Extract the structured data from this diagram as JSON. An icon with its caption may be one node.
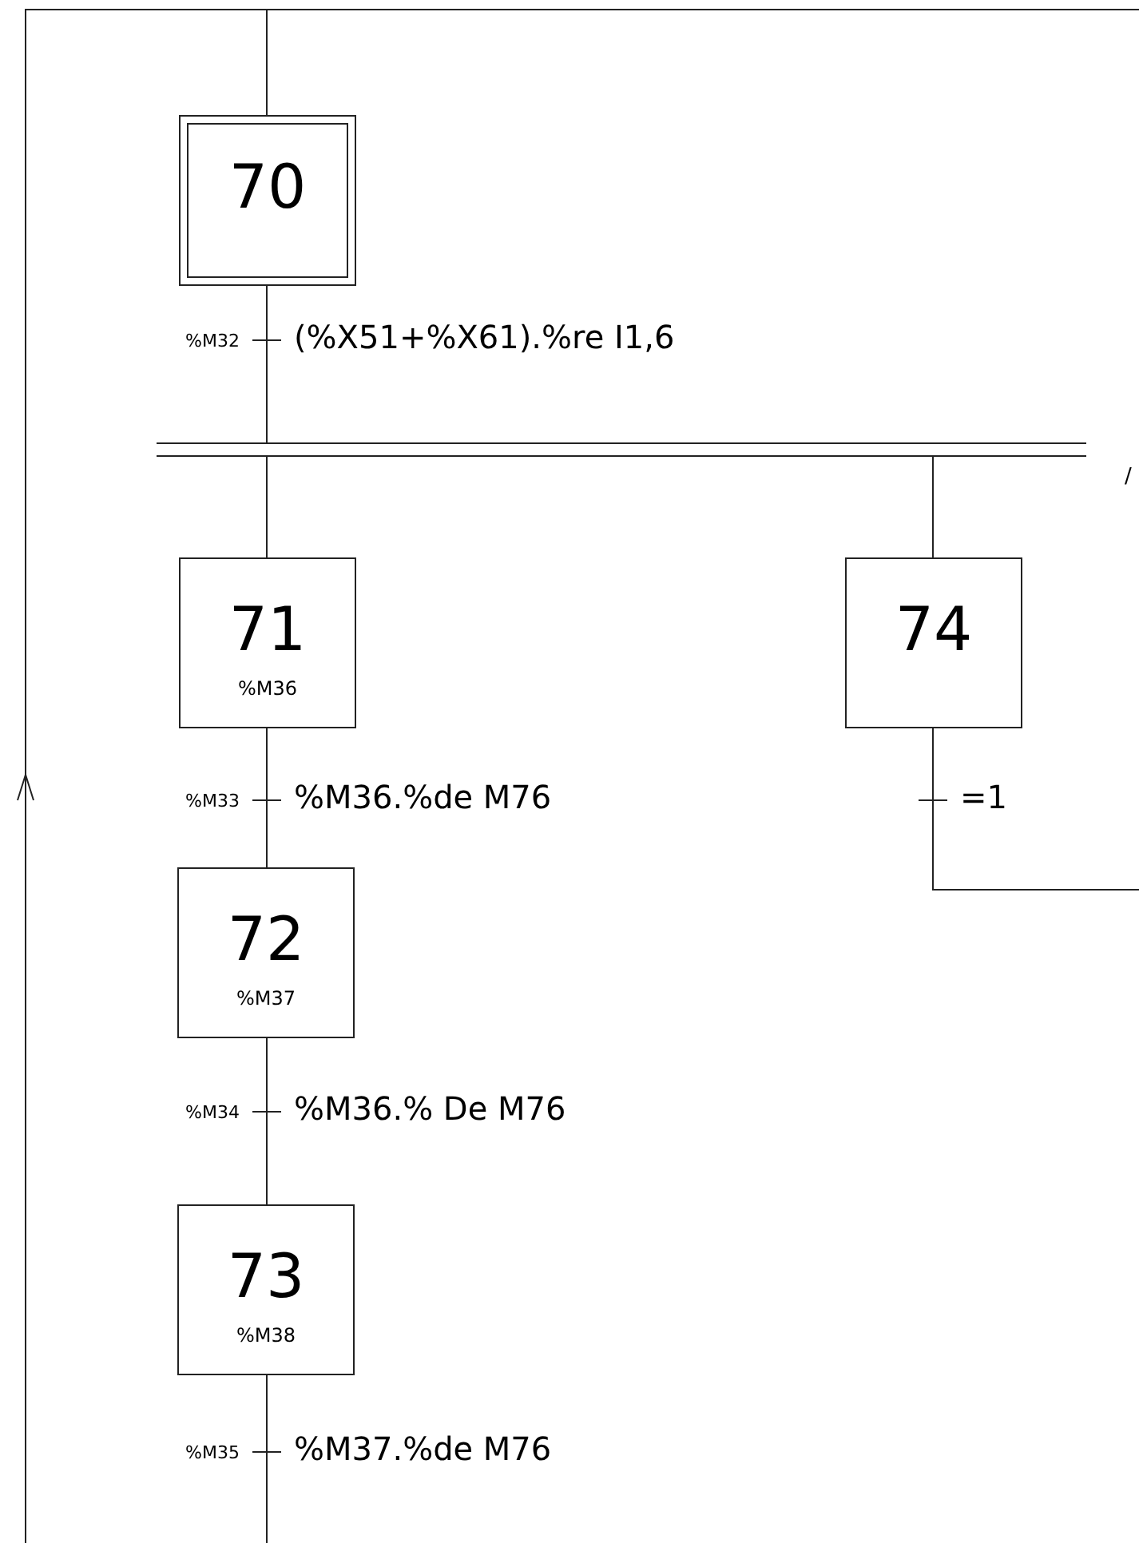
{
  "diagram": {
    "nodes": [
      {
        "text": [
          "70"
        ]
      },
      {
        "text": [
          "%M32",
          "(%X51+%X61).%re I1,6"
        ]
      },
      {
        "text": [],
        "shape": "bar"
      },
      {
        "text": [
          "71",
          "%M36"
        ]
      },
      {
        "text": [
          "%M33",
          "%M36.%de M76"
        ]
      },
      {
        "text": [
          "72",
          "%M37"
        ]
      },
      {
        "text": [
          "%M34",
          "%M36.% De M76"
        ]
      },
      {
        "text": [
          "73",
          "%M38"
        ]
      },
      {
        "text": [
          "%M35",
          "%M37.%de M76"
        ]
      },
      {
        "text": [
          "74"
        ]
      },
      {
        "text": [
          "=1"
        ]
      }
    ],
    "edges": [
      {
        "from": null,
        "to": 0,
        "arrow": "none"
      },
      {
        "from": null,
        "to": 0,
        "arrow": "none"
      },
      {
        "from": 0,
        "to": 1,
        "arrow": "none"
      },
      {
        "from": 1,
        "to": 2,
        "arrow": "none"
      },
      {
        "from": 2,
        "to": 3,
        "arrow": "none"
      },
      {
        "from": 3,
        "to": 4,
        "arrow": "none"
      },
      {
        "from": 4,
        "to": 5,
        "arrow": "none"
      },
      {
        "from": 5,
        "to": 6,
        "arrow": "none"
      },
      {
        "from": 6,
        "to": 7,
        "arrow": "none"
      },
      {
        "from": 7,
        "to": 8,
        "arrow": "none"
      },
      {
        "from": 8,
        "to": null,
        "arrow": "none"
      },
      {
        "from": 2,
        "to": 9,
        "arrow": "none"
      },
      {
        "from": 9,
        "to": 10,
        "arrow": "none"
      },
      {
        "from": 10,
        "to": null,
        "arrow": "none"
      }
    ],
    "labels": [
      "/"
    ]
  }
}
